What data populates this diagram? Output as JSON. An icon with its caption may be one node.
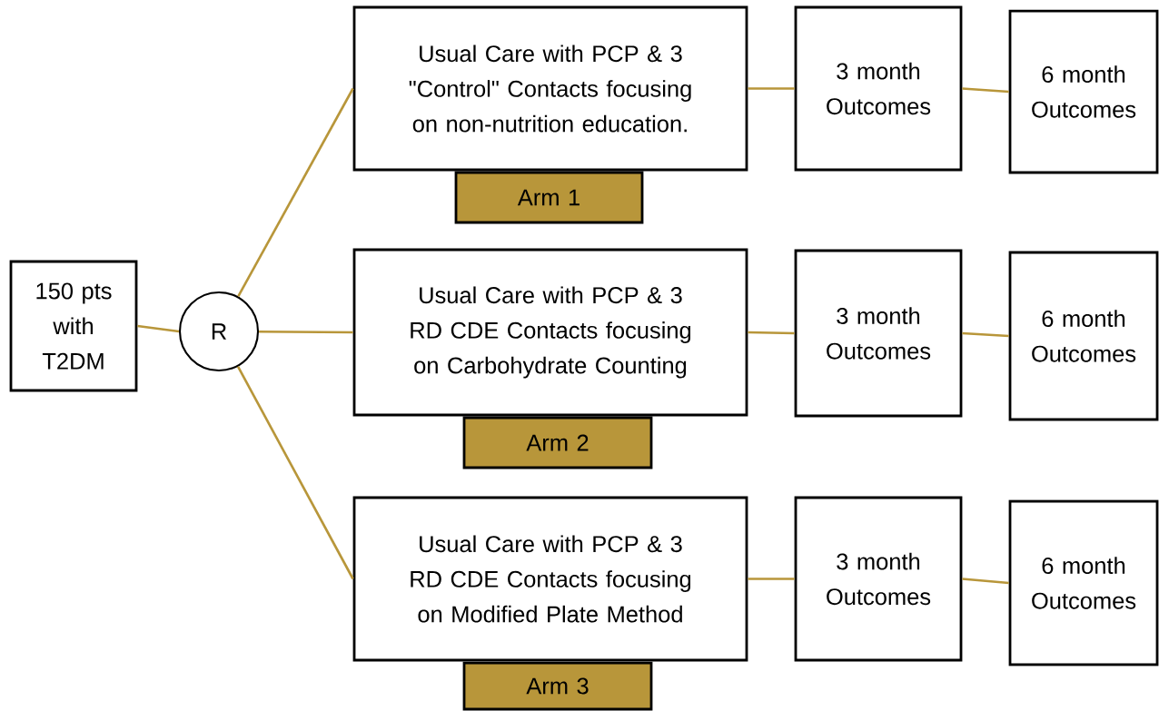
{
  "diagram": {
    "nodes": [
      {
        "text": [
          "150 pts with T2DM"
        ]
      },
      {
        "text": [
          "R"
        ]
      },
      {
        "text": [
          "Usual Care with PCP & 3 \"Control\" Contacts focusing on non-nutrition education."
        ]
      },
      {
        "text": [
          "Arm 1"
        ]
      },
      {
        "text": [
          "3 month Outcomes"
        ]
      },
      {
        "text": [
          "6 month Outcomes"
        ]
      },
      {
        "text": [
          "Usual Care with PCP & 3 RD CDE Contacts focusing on Carbohydrate Counting"
        ]
      },
      {
        "text": [
          "Arm 2"
        ]
      },
      {
        "text": [
          "3 month Outcomes"
        ]
      },
      {
        "text": [
          "6 month Outcomes"
        ]
      },
      {
        "text": [
          "Usual Care with PCP & 3 RD CDE Contacts focusing on Modified Plate Method"
        ]
      },
      {
        "text": [
          "Arm 3"
        ]
      },
      {
        "text": [
          "3 month Outcomes"
        ]
      },
      {
        "text": [
          "6 month Outcomes"
        ]
      }
    ],
    "edges": [
      {
        "from": 0,
        "to": 1,
        "arrow": "none"
      },
      {
        "from": 1,
        "to": 2,
        "arrow": "none"
      },
      {
        "from": 1,
        "to": 6,
        "arrow": "none"
      },
      {
        "from": 1,
        "to": 10,
        "arrow": "none"
      },
      {
        "from": 2,
        "to": 4,
        "arrow": "none"
      },
      {
        "from": 4,
        "to": 5,
        "arrow": "none"
      },
      {
        "from": 6,
        "to": 8,
        "arrow": "none"
      },
      {
        "from": 8,
        "to": 9,
        "arrow": "none"
      },
      {
        "from": 10,
        "to": 12,
        "arrow": "none"
      },
      {
        "from": 12,
        "to": 13,
        "arrow": "none"
      }
    ]
  }
}
